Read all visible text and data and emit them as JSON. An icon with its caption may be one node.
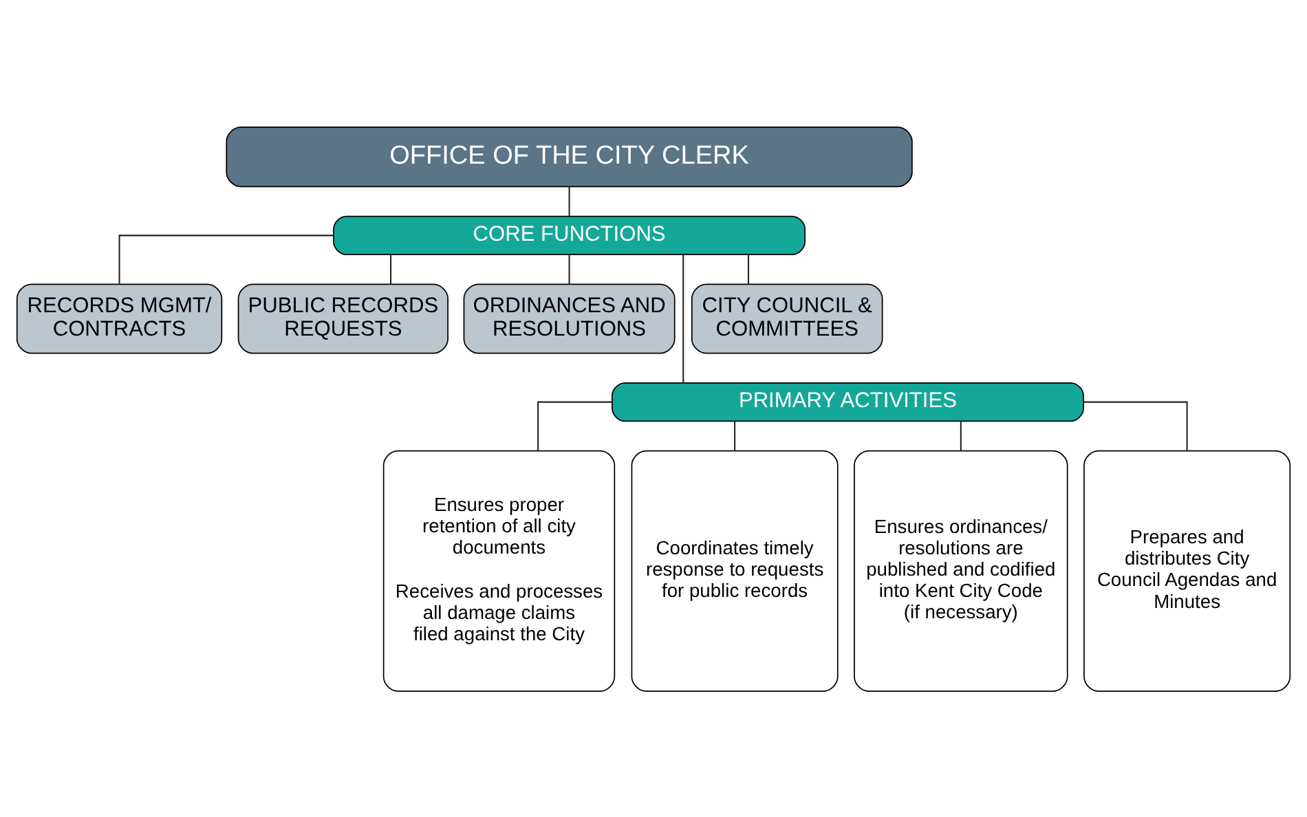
{
  "diagram": {
    "nodes": [
      {
        "text": [
          "OFFICE OF THE CITY CLERK"
        ]
      },
      {
        "text": [
          "CORE FUNCTIONS"
        ]
      },
      {
        "text": [
          "RECORDS MGMT/ CONTRACTS"
        ]
      },
      {
        "text": [
          "PUBLIC RECORDS REQUESTS"
        ]
      },
      {
        "text": [
          "ORDINANCES AND RESOLUTIONS"
        ]
      },
      {
        "text": [
          "CITY COUNCIL & COMMITTEES"
        ]
      },
      {
        "text": [
          "PRIMARY ACTIVITIES"
        ]
      },
      {
        "text": [
          "Ensures proper retention of all city documents",
          "Receives and processes all damage claims filed against the City"
        ]
      },
      {
        "text": [
          "Coordinates timely response to requests for public records"
        ]
      },
      {
        "text": [
          "Ensures ordinances/ resolutions are published and codified into Kent City Code (if necessary)"
        ]
      },
      {
        "text": [
          "Prepares and distributes City Council Agendas and Minutes"
        ]
      }
    ],
    "edges": [
      {
        "from": 0,
        "to": 1,
        "arrow": "none"
      },
      {
        "from": 1,
        "to": 2,
        "arrow": "none"
      },
      {
        "from": 1,
        "to": 3,
        "arrow": "none"
      },
      {
        "from": 1,
        "to": 4,
        "arrow": "none"
      },
      {
        "from": 1,
        "to": 5,
        "arrow": "none"
      },
      {
        "from": 1,
        "to": 6,
        "arrow": "none"
      },
      {
        "from": 6,
        "to": 7,
        "arrow": "none"
      },
      {
        "from": 6,
        "to": 8,
        "arrow": "none"
      },
      {
        "from": 6,
        "to": 9,
        "arrow": "none"
      },
      {
        "from": 6,
        "to": 10,
        "arrow": "none"
      }
    ]
  }
}
